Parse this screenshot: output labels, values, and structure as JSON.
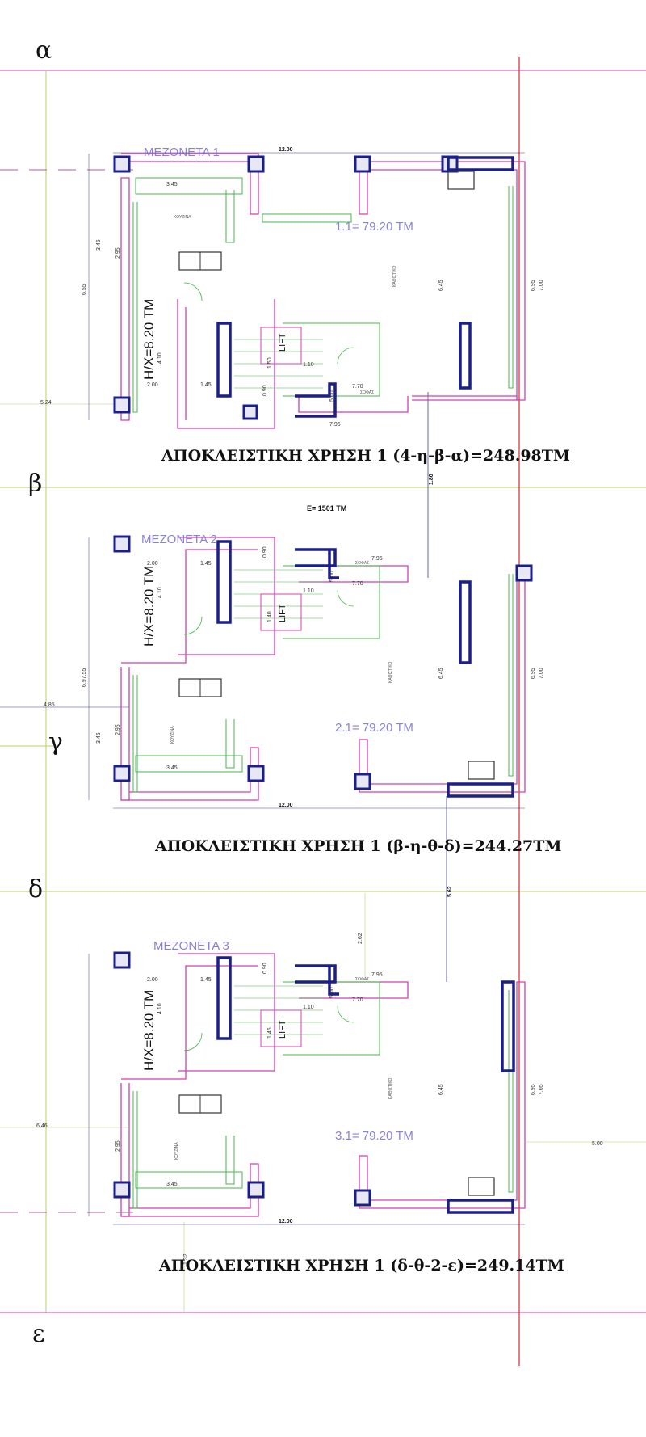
{
  "grid": {
    "alpha": "α",
    "beta": "β",
    "gamma": "γ",
    "delta": "δ",
    "epsilon": "ε"
  },
  "plot_area": "E= 1501 TM",
  "units": [
    {
      "title": "MEZONETA 1",
      "area": "1.1= 79.20 TM",
      "height_label": "H/X=8.20 TM",
      "lift": "LIFT",
      "kitchen_width": "3.45",
      "kitchen": "ΚΟΥΖΙΝΑ",
      "living": "ΚΑΘΙΣΤΙΚΟ",
      "storage": "ΣΟΦΑΣ",
      "caption": "ΑΠΟΚΛΕΙΣΤΙΚΗ ΧΡΗΣΗ 1 (4-η-β-α)=248.98TM",
      "dims": {
        "top": "12.00",
        "bottom": "7.95",
        "left_outer": "6.55",
        "left_inner": "3.45",
        "left_low": "4.10",
        "wc_w": "2.00",
        "wc_w2": "1.45",
        "right1": "6.45",
        "right2": "6.95",
        "right3": "7.00",
        "h1": "2.95",
        "lift_h": "1.50",
        "lift_w": "1.10",
        "stair": "5.00",
        "land": "0.90",
        "door": "7.70",
        "off": "5.24"
      }
    },
    {
      "title": "MEZONETA 2",
      "area": "2.1= 79.20 TM",
      "height_label": "H/X=8.20 TM",
      "lift": "LIFT",
      "kitchen_width": "3.45",
      "kitchen": "ΚΟΥΖΙΝΑ",
      "living": "ΚΑΘΙΣΤΙΚΟ",
      "storage": "ΣΟΦΑΣ",
      "caption": "ΑΠΟΚΛΕΙΣΤΙΚΗ ΧΡΗΣΗ 1 (β-η-θ-δ)=244.27TM",
      "dims": {
        "top": "7.95",
        "bottom": "12.00",
        "left_outer": "6.97.55",
        "left_inner": "3.45",
        "left_low": "4.10",
        "wc_w": "2.00",
        "wc_w2": "1.45",
        "right1": "6.45",
        "right2": "6.95",
        "right3": "7.00",
        "h1": "2.95",
        "lift_h": "1.40",
        "lift_w": "1.10",
        "stair": "5.00",
        "land": "0.90",
        "door": "7.70",
        "off": "4.85",
        "sep": "1.80"
      }
    },
    {
      "title": "MEZONETA 3",
      "area": "3.1= 79.20 TM",
      "height_label": "H/X=8.20 TM",
      "lift": "LIFT",
      "kitchen_width": "3.45",
      "kitchen": "ΚΟΥΖΙΝΑ",
      "living": "ΚΑΘΙΣΤΙΚΟ",
      "storage": "ΣΟΦΑΣ",
      "caption": "ΑΠΟΚΛΕΙΣΤΙΚΗ ΧΡΗΣΗ 1 (δ-θ-2-ε)=249.14TM",
      "dims": {
        "top": "7.95",
        "bottom": "12.00",
        "left_outer": "6.46",
        "left_inner": "2.95",
        "left_low": "4.10",
        "wc_w": "2.00",
        "wc_w2": "1.45",
        "right1": "6.45",
        "right2": "6.95",
        "right3": "7.05",
        "h1": "2.95",
        "lift_h": "1.45",
        "lift_w": "1.10",
        "stair": "5.00",
        "land": "0.90",
        "door": "7.70",
        "off": "5.00",
        "sep": "5.62",
        "gap": "2.62",
        "low": "1.32"
      }
    }
  ],
  "colors": {
    "wall": "#d43fb0",
    "column": "#1a1f8a",
    "grid": "#b9cc72",
    "boundary": "#d9262b",
    "mauve": "#b55aa0",
    "inner": "#45b84a",
    "label": "#8a82d8",
    "dimension": "#3f3f8f"
  }
}
